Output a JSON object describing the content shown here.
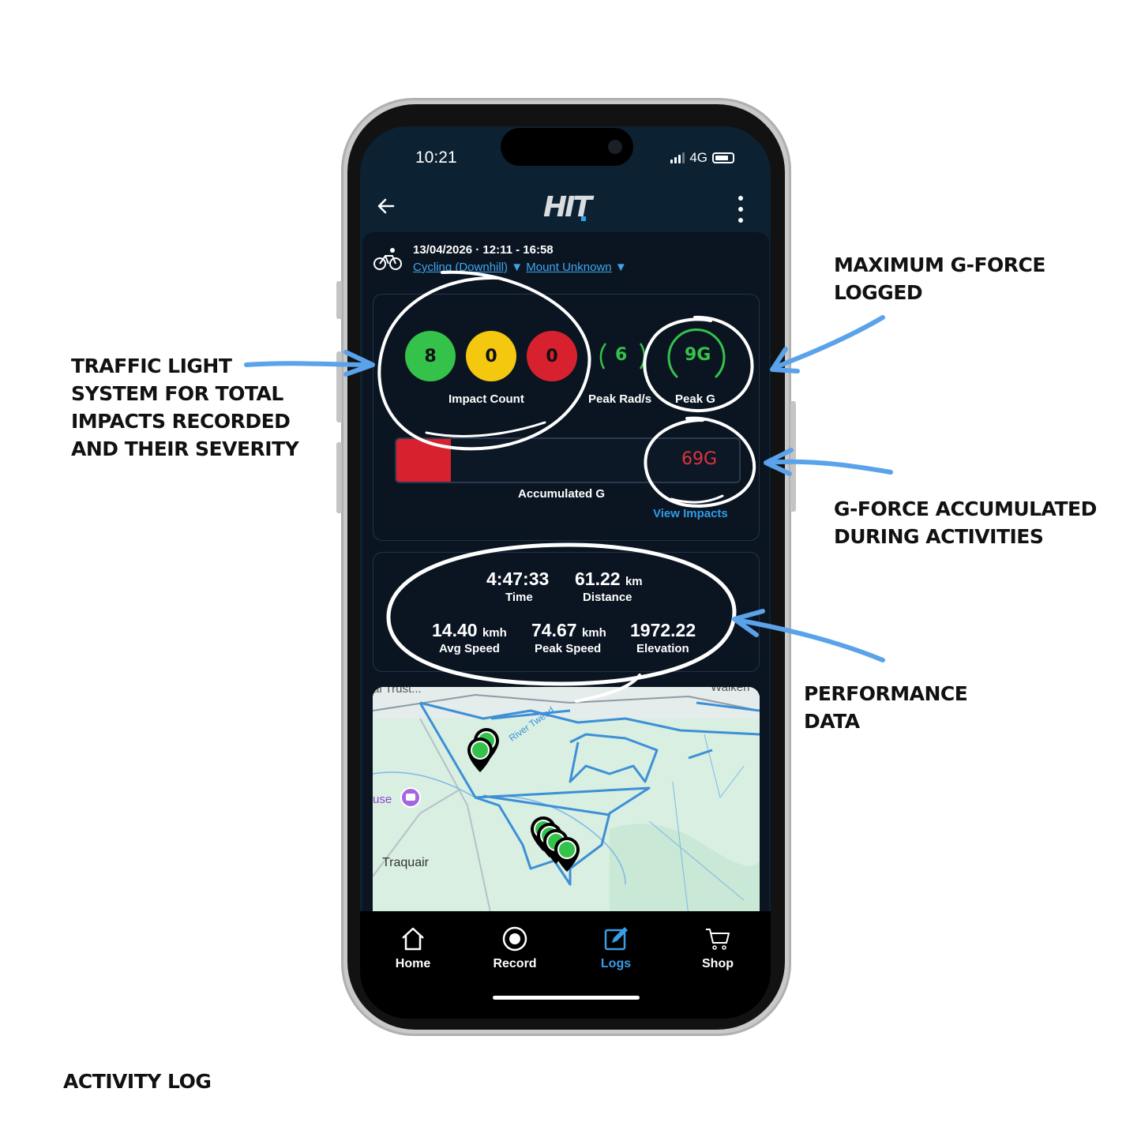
{
  "annotations": {
    "traffic_light": "TRAFFIC LIGHT\nSYSTEM FOR TOTAL\nIMPACTS RECORDED\nAND THEIR SEVERITY",
    "max_g": "MAXIMUM G-FORCE\nLOGGED",
    "accumulated": "G-FORCE ACCUMULATED\nDURING ACTIVITIES",
    "performance": "PERFORMANCE\nDATA",
    "footer": "ACTIVITY LOG"
  },
  "status_bar": {
    "time": "10:21",
    "network": "4G"
  },
  "header": {
    "logo": "HIT"
  },
  "activity": {
    "date_range": "13/04/2026 · 12:11 - 16:58",
    "sport": "Cycling (Downhill)",
    "mount": "Mount Unknown",
    "dropdown_glyph": "▼"
  },
  "impacts": {
    "green": "8",
    "yellow": "0",
    "red": "0",
    "impact_count_label": "Impact Count",
    "peak_rad_value": "6",
    "peak_rad_label": "Peak Rad/s",
    "peak_g_value": "9G",
    "peak_g_label": "Peak G",
    "accumulated_value": "69G",
    "accumulated_label": "Accumulated G",
    "accumulated_fraction": 0.16,
    "view_impacts": "View Impacts"
  },
  "performance": {
    "time_value": "4:47:33",
    "time_label": "Time",
    "distance_value": "61.22",
    "distance_unit": "km",
    "distance_label": "Distance",
    "avg_speed_value": "14.40",
    "avg_speed_unit": "kmh",
    "avg_speed_label": "Avg Speed",
    "peak_speed_value": "74.67",
    "peak_speed_unit": "kmh",
    "peak_speed_label": "Peak Speed",
    "elevation_value": "1972.22",
    "elevation_label": "Elevation"
  },
  "map": {
    "labels": [
      "al Trust...",
      "River Tweed",
      "Walkeri",
      "use",
      "Traquair"
    ]
  },
  "nav": {
    "items": [
      {
        "label": "Home",
        "icon": "home-icon"
      },
      {
        "label": "Record",
        "icon": "record-icon"
      },
      {
        "label": "Logs",
        "icon": "logs-icon"
      },
      {
        "label": "Shop",
        "icon": "cart-icon"
      }
    ],
    "active": "Logs"
  },
  "colors": {
    "green": "#35c24a",
    "yellow": "#f4c80f",
    "red": "#d8212f",
    "accent": "#3b9de6",
    "arrow": "#5aa3ea"
  }
}
